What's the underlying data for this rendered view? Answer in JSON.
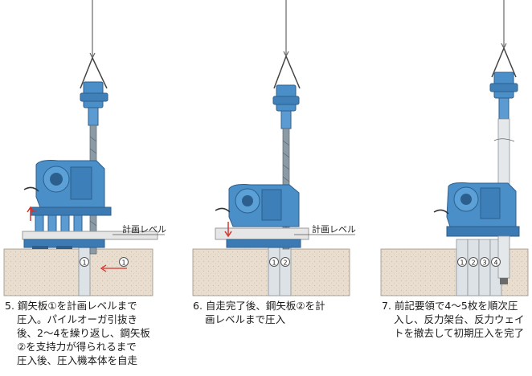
{
  "panels": [
    {
      "step": "5.",
      "lines": [
        "鋼矢板①を計画レベルまで",
        "圧入。パイルオーガ引抜き",
        "後、2～4を繰り返し、鋼矢板",
        "②を支持力が得られるまで",
        "圧入後、圧入機本体を自走"
      ],
      "level_label": "計画レベル",
      "pile_markers": [
        "1"
      ],
      "arrow_marker": "1"
    },
    {
      "step": "6.",
      "lines": [
        "自走完了後、鋼矢板②を計",
        "画レベルまで圧入"
      ],
      "level_label": "計画レベル",
      "pile_markers": [
        "1",
        "2"
      ]
    },
    {
      "step": "7.",
      "lines": [
        "前記要領で4～5枚を順次圧",
        "入し、反力架台、反力ウェイ",
        "トを撤去して初期圧入を完了"
      ],
      "pile_markers": [
        "1",
        "2",
        "3",
        "4"
      ]
    }
  ],
  "colors": {
    "machine_blue": "#4a8fc8",
    "machine_dark": "#2c5f8d",
    "ground": "#e6dccd",
    "pile": "#d8dde2",
    "arrow_red": "#d6332a"
  }
}
